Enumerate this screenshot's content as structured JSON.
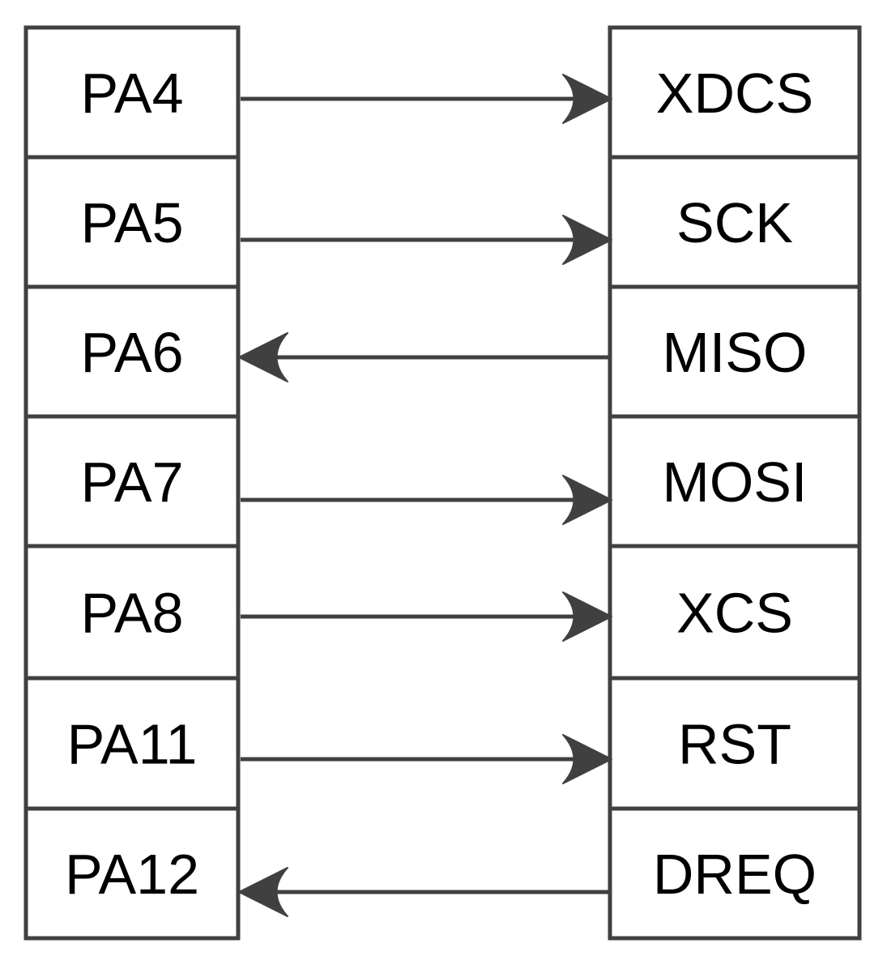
{
  "colors": {
    "line": "#404040",
    "text": "#000000",
    "background": "#ffffff"
  },
  "left_pins": [
    "PA4",
    "PA5",
    "PA6",
    "PA7",
    "PA8",
    "PA11",
    "PA12"
  ],
  "right_pins": [
    "XDCS",
    "SCK",
    "MISO",
    "MOSI",
    "XCS",
    "RST",
    "DREQ"
  ],
  "connections": [
    {
      "from": "PA4",
      "to": "XDCS",
      "direction": "right"
    },
    {
      "from": "PA5",
      "to": "SCK",
      "direction": "right"
    },
    {
      "from": "MISO",
      "to": "PA6",
      "direction": "left"
    },
    {
      "from": "PA7",
      "to": "MOSI",
      "direction": "right"
    },
    {
      "from": "PA8",
      "to": "XCS",
      "direction": "right"
    },
    {
      "from": "PA11",
      "to": "RST",
      "direction": "right"
    },
    {
      "from": "DREQ",
      "to": "PA12",
      "direction": "left"
    }
  ]
}
